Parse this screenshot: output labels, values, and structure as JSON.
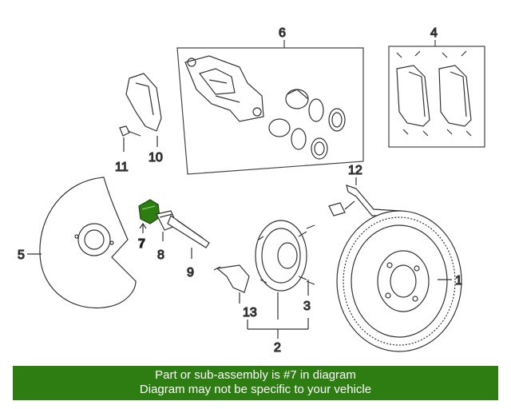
{
  "diagram": {
    "callouts": {
      "c1": "1",
      "c2": "2",
      "c3": "3",
      "c4": "4",
      "c5": "5",
      "c6": "6",
      "c7": "7",
      "c8": "8",
      "c9": "9",
      "c10": "10",
      "c11": "11",
      "c12": "12",
      "c13": "13"
    },
    "highlight_color": "#2e7d12"
  },
  "banner": {
    "line1": "Part or sub-assembly is #7 in diagram",
    "line2": "Diagram may not be specific to your vehicle",
    "background": "#2e7d12"
  }
}
